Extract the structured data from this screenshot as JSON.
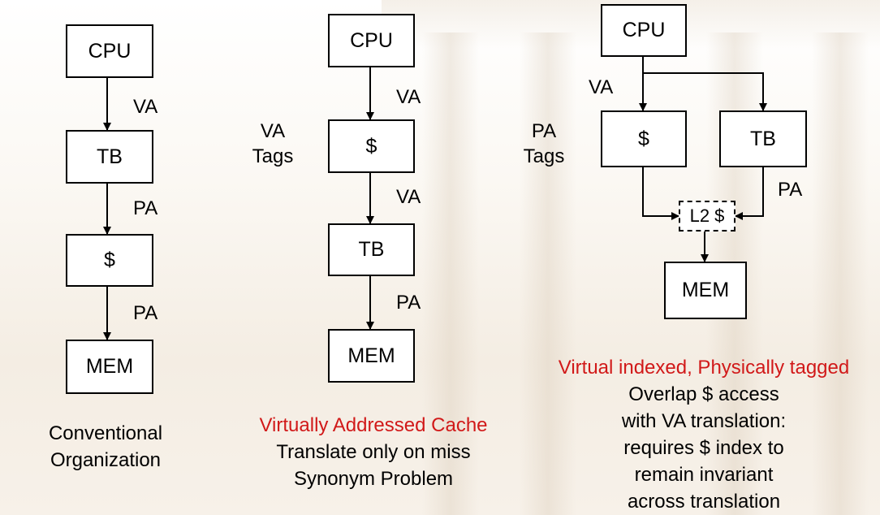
{
  "col1": {
    "boxes": [
      "CPU",
      "TB",
      "$",
      "MEM"
    ],
    "labels": [
      "VA",
      "PA",
      "PA"
    ],
    "caption": [
      "Conventional",
      "Organization"
    ]
  },
  "col2": {
    "boxes": [
      "CPU",
      "$",
      "TB",
      "MEM"
    ],
    "labels": [
      "VA",
      "VA",
      "PA"
    ],
    "side_label": [
      "VA",
      "Tags"
    ],
    "caption_title": "Virtually Addressed Cache",
    "caption": [
      "Translate only on miss",
      "Synonym Problem"
    ]
  },
  "col3": {
    "boxes": {
      "cpu": "CPU",
      "cache": "$",
      "tb": "TB",
      "l2": "L2 $",
      "mem": "MEM"
    },
    "labels": {
      "va": "VA",
      "pa": "PA"
    },
    "side_label": [
      "PA",
      "Tags"
    ],
    "caption_title": "Virtual indexed, Physically tagged",
    "caption": [
      "Overlap $ access",
      "with VA translation:",
      "requires $ index to",
      "remain invariant",
      "across translation"
    ]
  },
  "colors": {
    "caption_accent": "#d11919",
    "line": "#000000"
  }
}
